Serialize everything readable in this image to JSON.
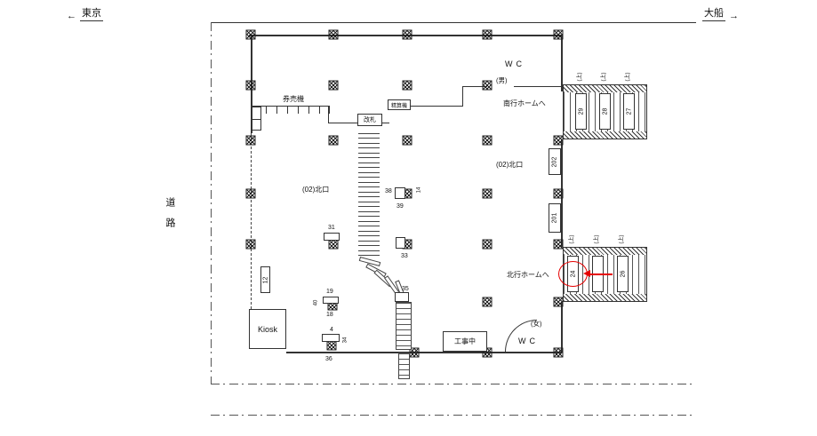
{
  "header": {
    "left_station": "東京",
    "right_station": "大船",
    "arrow_left": "←",
    "arrow_right": "→"
  },
  "road": "道路",
  "concourse": {
    "ticket_machines": "券売機",
    "fare_machine": "精算機",
    "gate": "改札",
    "north_exit": "(02)北口",
    "kiosk": "Kiosk",
    "construction": "工事中",
    "to_south_platform": "南行ホームへ",
    "to_north_platform": "北行ホームへ",
    "wc": "WC",
    "men": "(男)",
    "women": "(女)",
    "stair_lane_tag": "(上)"
  },
  "boards": {
    "b202": "202",
    "b201": "201",
    "b29": "29",
    "b28": "28",
    "b27": "27",
    "b24": "24",
    "b26": "26",
    "b12": "12",
    "b31": "31",
    "b19": "19",
    "b18": "18",
    "b40": "40",
    "b4": "4",
    "b34": "34",
    "b36": "36",
    "b38": "38",
    "b39": "39",
    "b14": "14",
    "b33": "33",
    "b35": "35"
  },
  "annotation": {
    "circled_board": "24",
    "color": "#e60000"
  }
}
